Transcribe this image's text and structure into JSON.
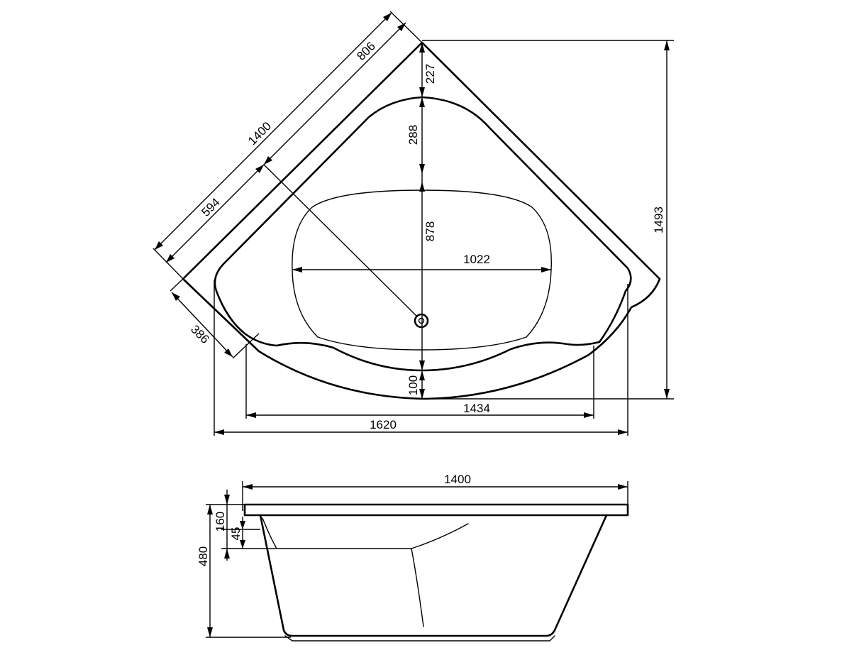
{
  "top_view": {
    "dimensions": {
      "side_outer": "1400",
      "side_basin": "806",
      "side_inner": "594",
      "corner_cut": "386",
      "depth_rim": "227",
      "basin_front": "288",
      "oval_depth": "878",
      "oval_width": "1022",
      "front_lip": "100",
      "front_inner_width": "1434",
      "total_width": "1620",
      "total_depth": "1493"
    }
  },
  "side_view": {
    "dimensions": {
      "length": "1400",
      "rim_height": "160",
      "seat_height": "45",
      "total_height": "480"
    }
  }
}
